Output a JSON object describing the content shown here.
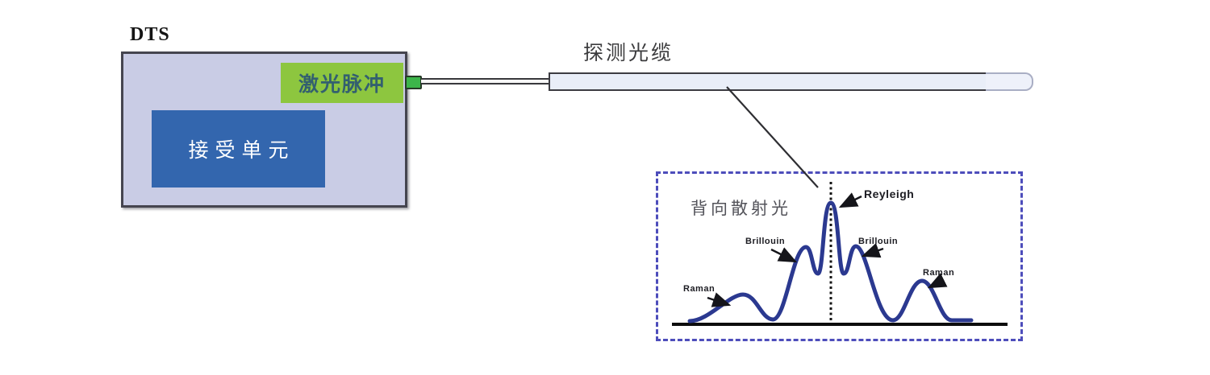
{
  "device": {
    "title": "DTS",
    "laser_pulse_label": "激光脉冲",
    "receiver_label": "接受单元"
  },
  "cable": {
    "label": "探测光缆"
  },
  "spectrum": {
    "title": "背向散射光",
    "peaks": [
      {
        "label": "Raman",
        "position": "far-left"
      },
      {
        "label": "Brillouin",
        "position": "left-of-center"
      },
      {
        "label": "Reyleigh",
        "position": "center"
      },
      {
        "label": "Brillouin",
        "position": "right-of-center"
      },
      {
        "label": "Raman",
        "position": "far-right"
      }
    ]
  },
  "colors": {
    "device_fill": "#c9cce5",
    "device_border": "#45454f",
    "laser_box_fill": "#8dc63f",
    "laser_text": "#33606f",
    "receiver_fill": "#3366ae",
    "receiver_text": "#ffffff",
    "connector_green": "#3cb54a",
    "cable_fill": "#e9eef8",
    "dashed_border": "#4d4dbb",
    "spectrum_curve": "#2b3990"
  }
}
